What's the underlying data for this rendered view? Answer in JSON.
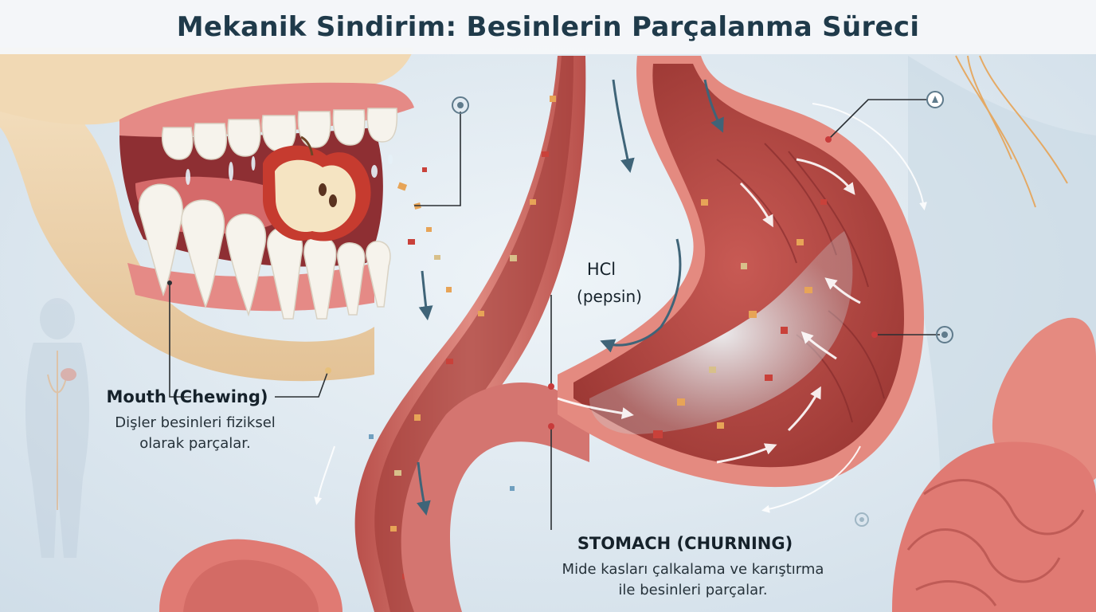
{
  "title": "Mekanik Sindirim: Besinlerin Parçalanma Süreci",
  "labels": {
    "mouth_heading": "Mouth (Chewing)",
    "mouth_line1": "Dişler besinleri fiziksel",
    "mouth_line2": "olarak parçalar.",
    "acid_line1": "HCl",
    "acid_line2": "(pepsin)",
    "stomach_heading": "STOMACH (CHURNING)",
    "stomach_line1": "Mide kasları çalkalama ve karıştırma",
    "stomach_line2": "ile besinleri parçalar."
  },
  "colors": {
    "background": "#dfe9f1",
    "tissue": "#d9756e",
    "tissue_dark": "#a83f3c",
    "tooth": "#f6f3ec",
    "gum": "#e58a86",
    "bone": "#efd6b0",
    "arrow": "#3f6478",
    "leader": "#2a2f33"
  },
  "icons": [
    "info-node-icon",
    "direction-arrow-icon",
    "apple-bite-icon"
  ]
}
